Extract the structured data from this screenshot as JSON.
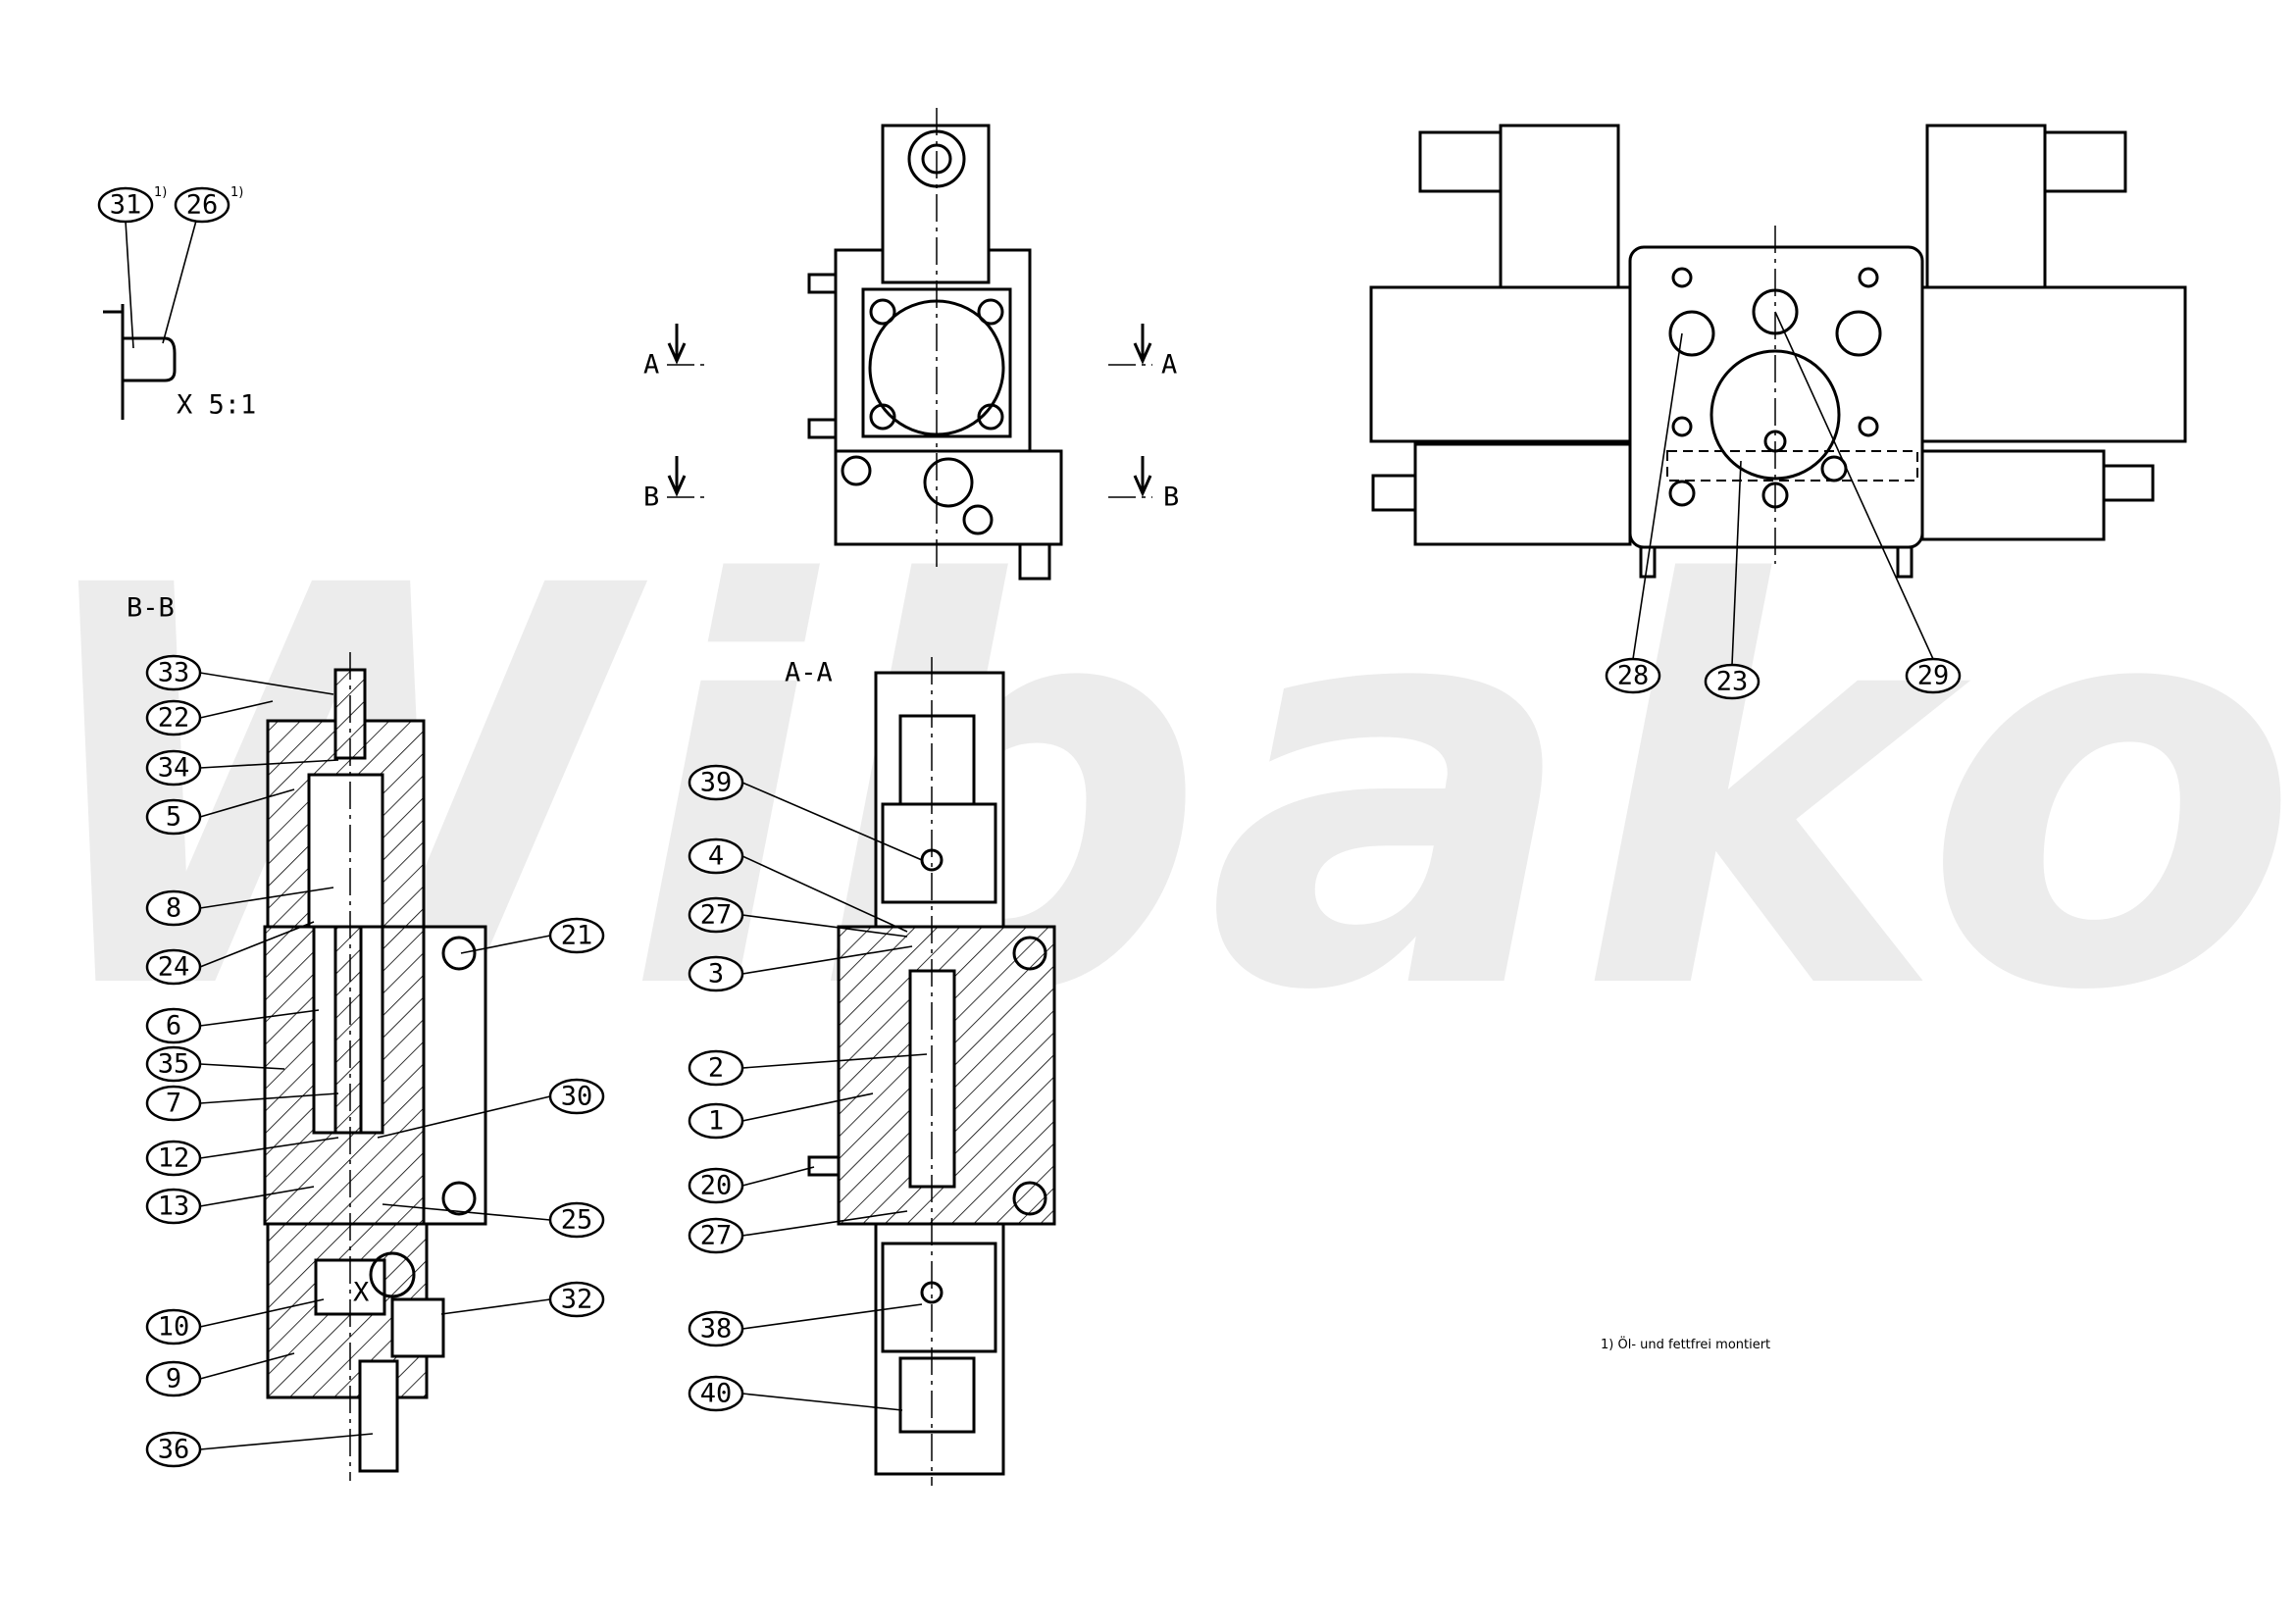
{
  "watermark": "Wibako",
  "detail": {
    "label": "X 5:1",
    "balloons": [
      "31",
      "26"
    ],
    "footnote_marker": "1)"
  },
  "sections": {
    "bb_title": "B-B",
    "aa_title": "A-A",
    "a": "A",
    "b": "B"
  },
  "bb_balloons": [
    "33",
    "22",
    "34",
    "5",
    "8",
    "24",
    "6",
    "35",
    "7",
    "12",
    "13",
    "10",
    "9",
    "36",
    "21",
    "30",
    "25",
    "32"
  ],
  "aa_balloons": [
    "39",
    "4",
    "27",
    "3",
    "2",
    "1",
    "20",
    "27",
    "38",
    "40"
  ],
  "top_balloons": [
    "28",
    "23",
    "29"
  ],
  "detail_x_mark": "X",
  "footnote": "1) Öl- und fettfrei montiert"
}
